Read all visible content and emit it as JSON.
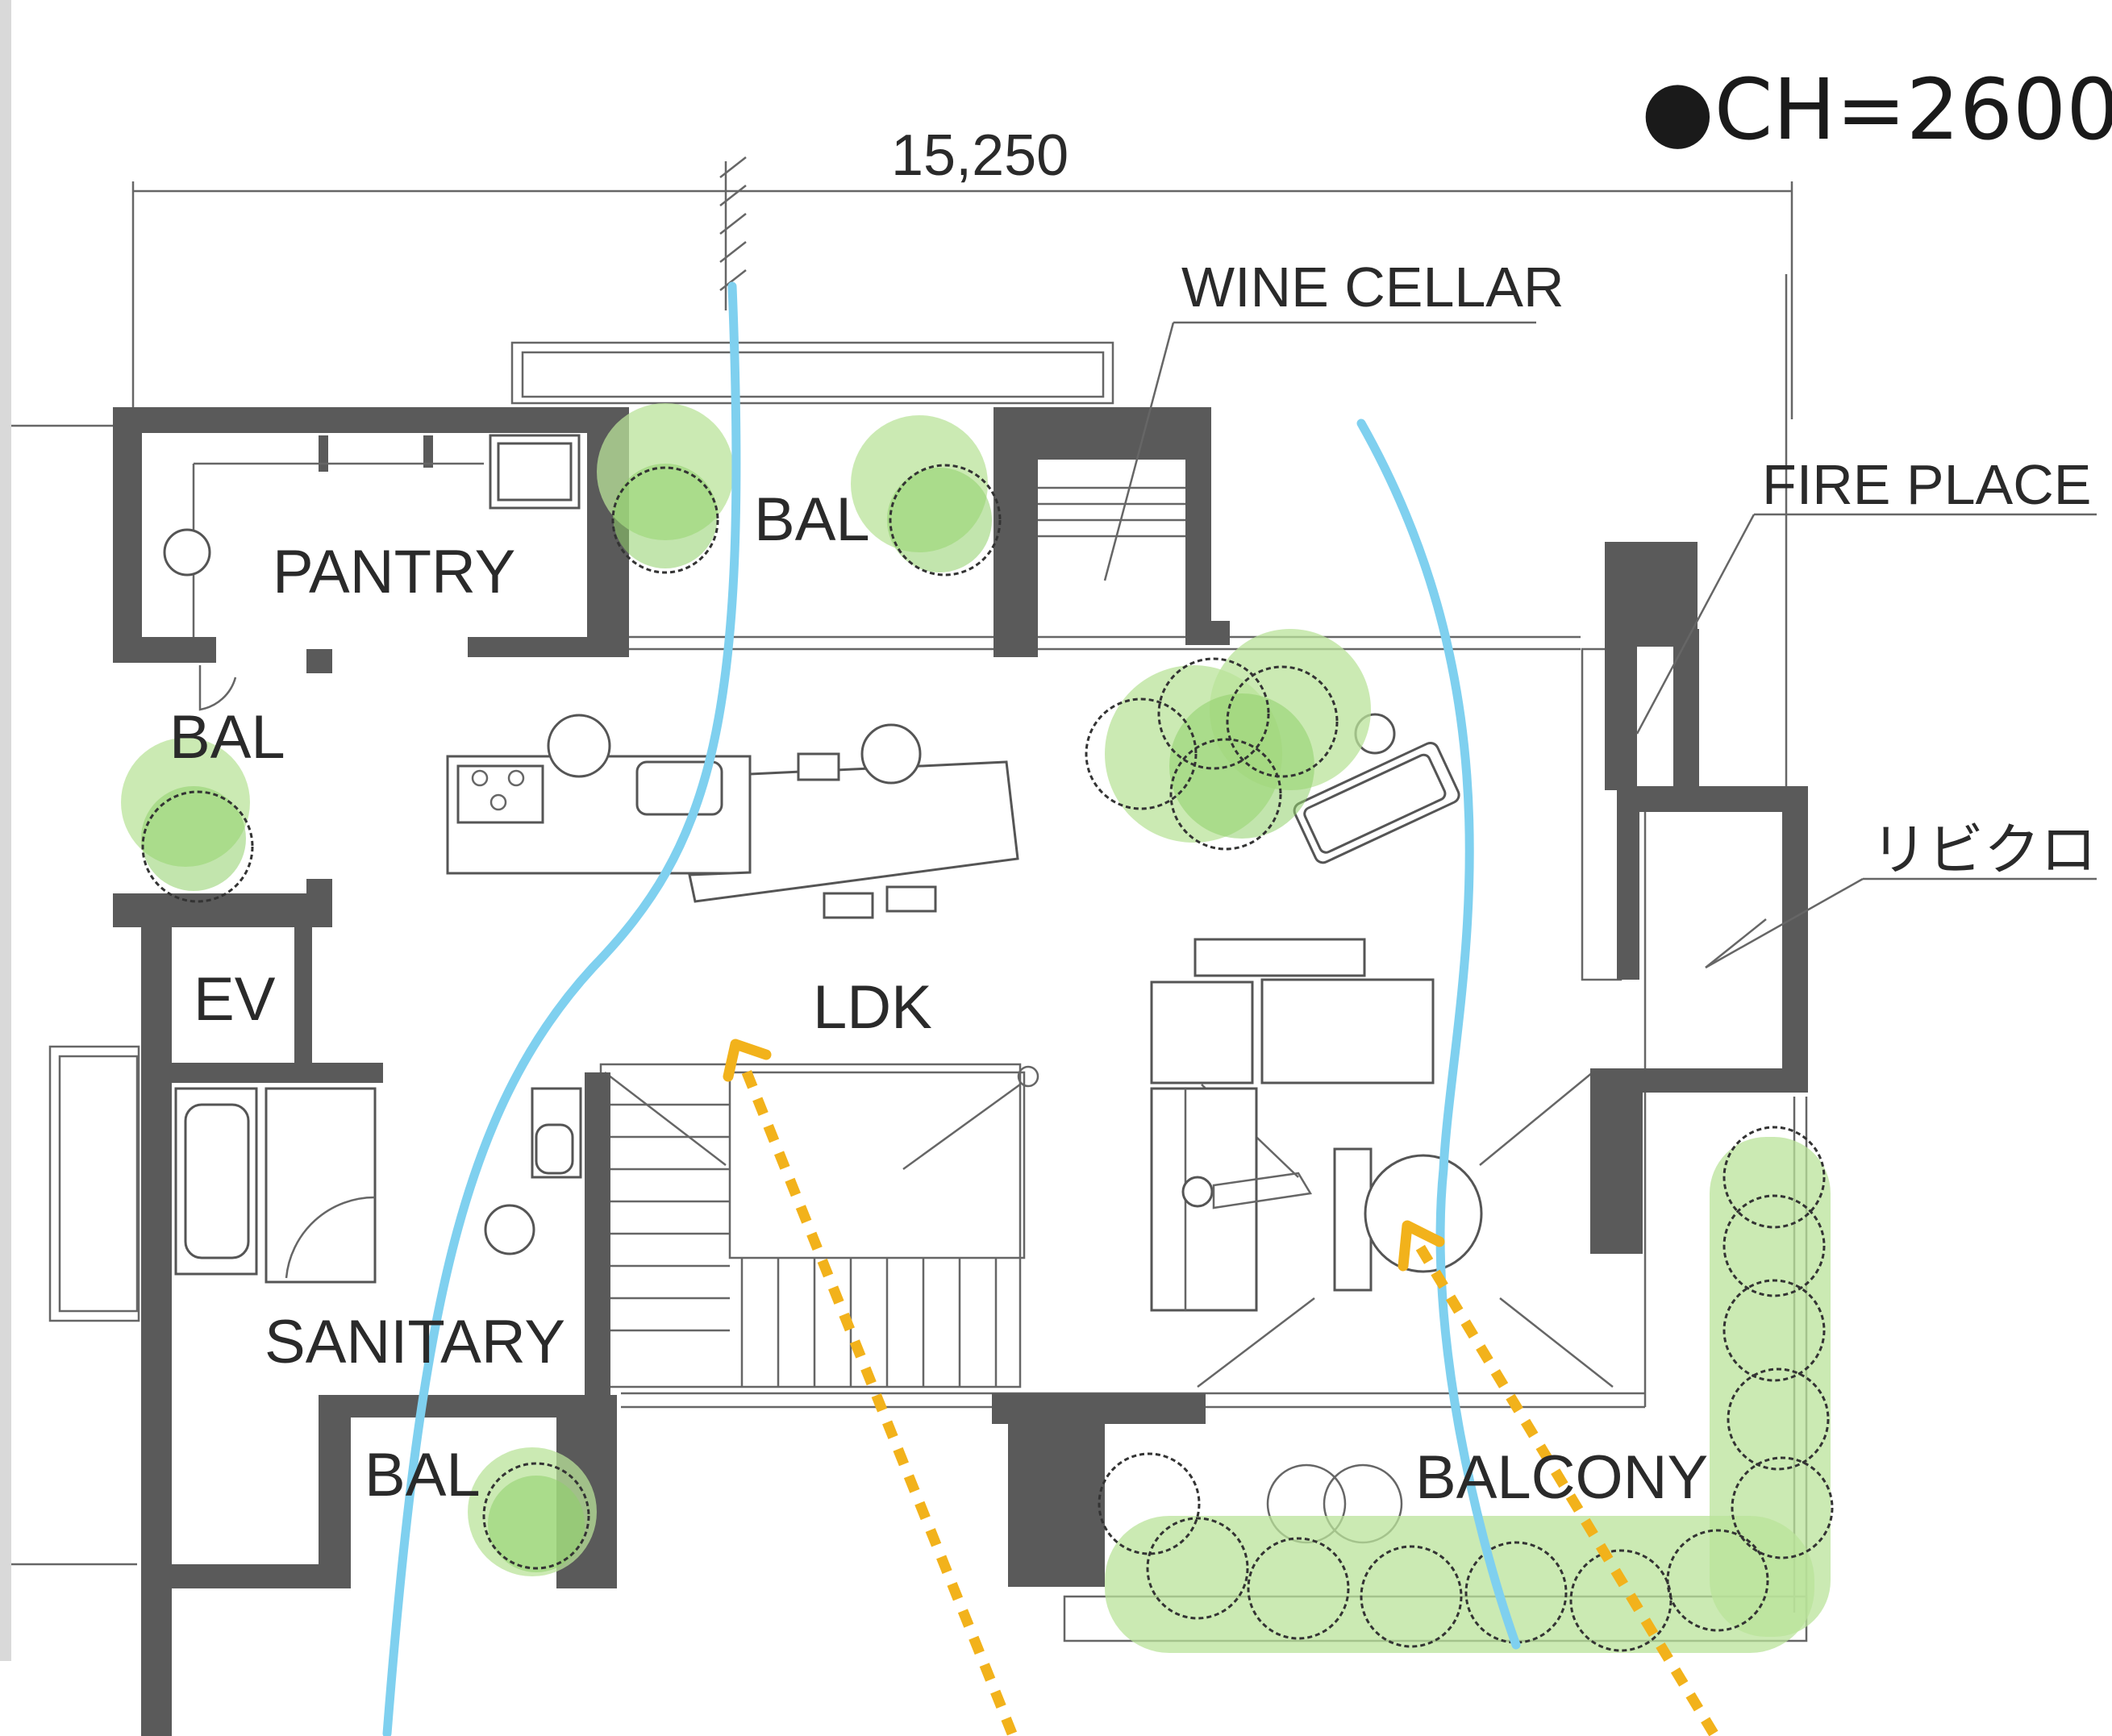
{
  "notes": {
    "ceiling_height": "●CH=2600",
    "overall_dimension": "15,250"
  },
  "rooms": {
    "pantry": "PANTRY",
    "bal_top": "BAL",
    "bal_left": "BAL",
    "ev": "EV",
    "ldk": "LDK",
    "sanitary": "SANITARY",
    "bal_bottom": "BAL",
    "balcony": "BALCONY"
  },
  "callouts": {
    "wine_cellar": "WINE CELLAR",
    "fire_place": "FIRE PLACE",
    "living_closet": "リビクロ"
  },
  "colors": {
    "wall": "#5a5a5a",
    "circulation_flow": "#7fd0ef",
    "wind_flow": "#f2b21b",
    "greenery": "#b9e39a"
  }
}
